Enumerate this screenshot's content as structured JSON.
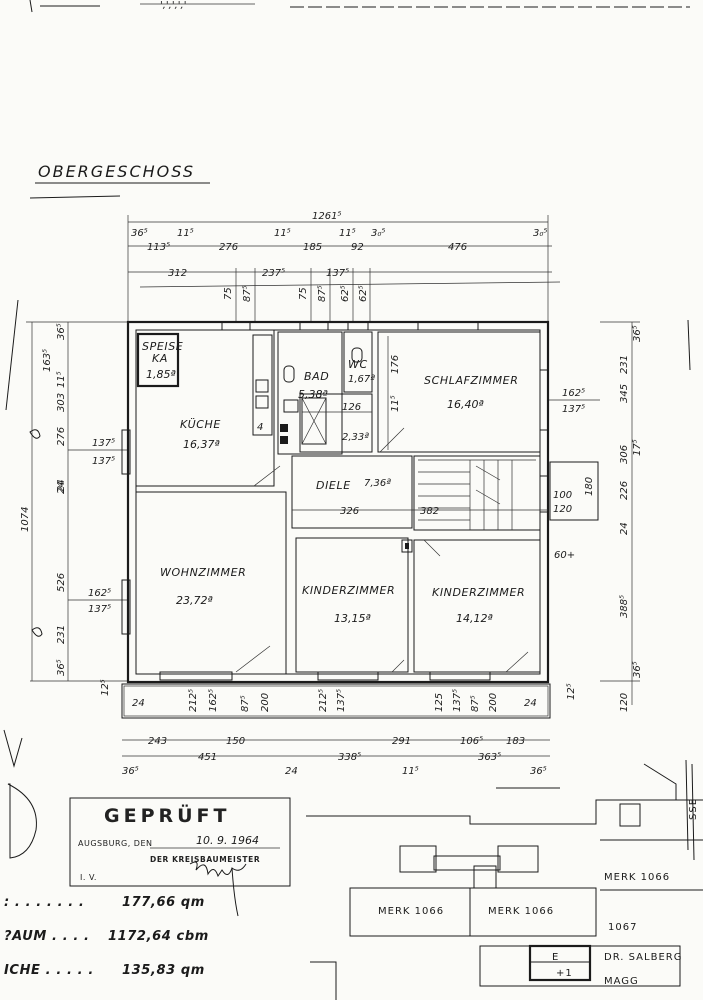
{
  "header": {
    "top_fragment": "',',',','"
  },
  "plan": {
    "title": "OBERGESCHOSS",
    "rooms": [
      {
        "name": "SPEISE",
        "name2": "KA",
        "area": "1,85ª"
      },
      {
        "name": "KÜCHE",
        "area": "16,37ª"
      },
      {
        "name": "BAD",
        "area": "5,38ª"
      },
      {
        "name": "WC",
        "area": "1,67ª"
      },
      {
        "name": "SCHLAFZIMMER",
        "area": "16,40ª"
      },
      {
        "name": "DIELE",
        "area": "7,36ª"
      },
      {
        "name": "WOHNZIMMER",
        "area": "23,72ª"
      },
      {
        "name": "KINDERZIMMER",
        "area": "13,15ª"
      },
      {
        "name": "KINDERZIMMER",
        "area": "14,12ª"
      }
    ],
    "dims_top": {
      "overall": "1261⁵",
      "row1": [
        "36⁵",
        "11⁵",
        "11⁵",
        "11⁵",
        "3₀⁵"
      ],
      "row2": [
        "113⁵",
        "276",
        "185",
        "92",
        "476"
      ],
      "row3": [
        "312",
        "237⁵",
        "137⁵"
      ],
      "openings": [
        "75",
        "87⁵",
        "75",
        "87⁵",
        "62⁵",
        "62⁵"
      ]
    },
    "dims_left": {
      "total": "1074",
      "upper": [
        "36⁵",
        "163⁵",
        "11⁵",
        "303",
        "276",
        "24",
        "526",
        "231",
        "36⁵",
        "12⁵"
      ],
      "window": [
        "137⁵",
        "137⁵",
        "162⁵",
        "137⁵"
      ]
    },
    "dims_right": {
      "chain": [
        "36⁵",
        "231",
        "345",
        "306",
        "17⁵",
        "226",
        "24",
        "388⁵",
        "36⁵",
        "120",
        "12⁵"
      ],
      "inner": [
        "162⁵",
        "137⁵",
        "100",
        "120",
        "60+",
        "180"
      ]
    },
    "dims_interior": [
      "126",
      "2,33ª",
      "176",
      "11⁵",
      "326",
      "382",
      "24"
    ],
    "dims_bottom": {
      "row1": [
        "24",
        "212⁵",
        "162⁵",
        "87⁵",
        "200",
        "212⁵",
        "137⁵",
        "125",
        "137⁵",
        "87⁵",
        "200",
        "24"
      ],
      "row2": [
        "243",
        "150",
        "291",
        "106⁵",
        "183"
      ],
      "row3": [
        "451",
        "338⁵",
        "363⁵"
      ],
      "row4": [
        "36⁵",
        "24",
        "11⁵",
        "36⁵"
      ]
    }
  },
  "stamp": {
    "title": "GEPRÜFT",
    "place": "AUGSBURG, DEN",
    "date": "10. 9. 1964",
    "office": "DER KREISBAUMEISTER",
    "iv": "I. V."
  },
  "totals": [
    {
      "label": ": . . . . . . .",
      "value": "177,66 qm"
    },
    {
      "label": "?AUM . . . .",
      "value": "1172,64 cbm"
    },
    {
      "label": "ICHE . . . . .",
      "value": "135,83 qm"
    }
  ],
  "site_plan": {
    "labels": [
      "MERK 1066",
      "MERK 1066",
      "MERK 1066",
      "1067",
      "DR. SALBERG",
      "MAGG",
      "E",
      "+1",
      "SSE"
    ]
  }
}
